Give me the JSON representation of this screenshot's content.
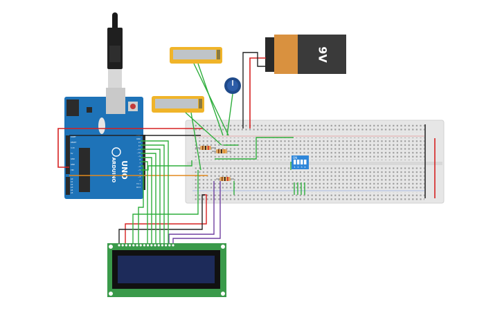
{
  "battery": {
    "label": "9V",
    "body_color": "#3a3a3a",
    "cap_color": "#d9913f"
  },
  "arduino": {
    "brand": "ARDUINO",
    "model": "UNO",
    "board_color": "#1e73b8",
    "power_pins": [
      "IOREF",
      "RESET",
      "3.3V",
      "5V",
      "GND",
      "GND",
      "VIN"
    ],
    "analog_pins": [
      "A0",
      "A1",
      "A2",
      "A3",
      "A4",
      "A5"
    ],
    "digital_pins": [
      "AREF",
      "GND",
      "13",
      "12",
      "~11",
      "~10",
      "~9",
      "8",
      "7",
      "~6",
      "~5",
      "4",
      "~3",
      "2",
      "TX 1",
      "RX 0"
    ]
  },
  "dip_switch": {
    "on_label": "ON",
    "numbers": [
      "1",
      "2",
      "3",
      "4"
    ]
  },
  "lcd": {
    "pcb_color": "#3a9a4a",
    "screen_color": "#1d2b5a"
  },
  "wire_colors": {
    "power": "#d62020",
    "ground": "#222222",
    "signal": "#2eae3c",
    "contrast": "#6e3fa0",
    "analog": "#e2891d"
  }
}
